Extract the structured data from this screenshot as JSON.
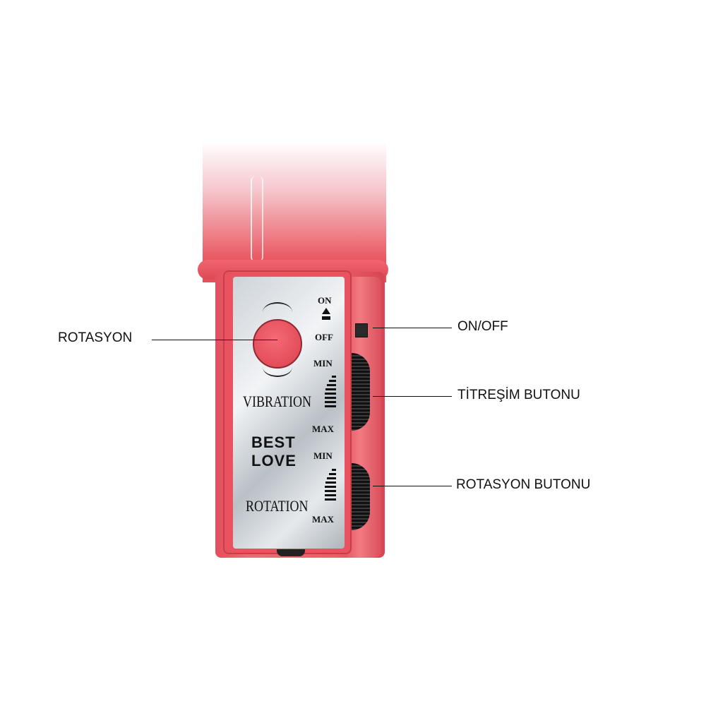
{
  "device": {
    "brand_line1": "BEST",
    "brand_line2": "LOVE",
    "colors": {
      "body": "#e9545f",
      "panel": "#d9dde1",
      "button": "#ea5a66"
    },
    "panel_labels": {
      "on": "ON",
      "off": "OFF",
      "vibration": "VIBRATION",
      "rotation": "ROTATION",
      "vib_min": "MIN",
      "vib_max": "MAX",
      "rot_min": "MIN",
      "rot_max": "MAX"
    }
  },
  "callouts": {
    "left": [
      {
        "label": "ROTASYON"
      }
    ],
    "right": [
      {
        "label": "ON/OFF"
      },
      {
        "label": "TİTREŞİM BUTONU"
      },
      {
        "label": "ROTASYON BUTONU"
      }
    ]
  }
}
